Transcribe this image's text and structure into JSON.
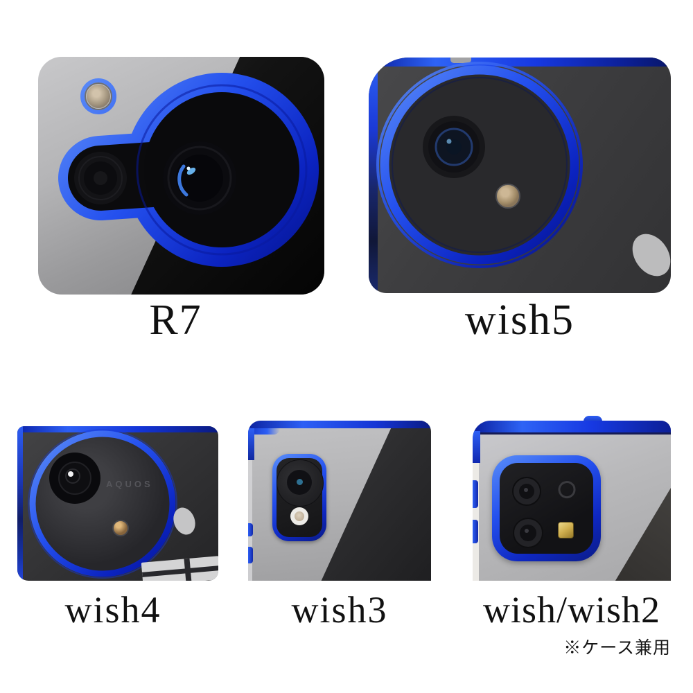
{
  "page": {
    "background": "#ffffff"
  },
  "colors": {
    "case_trim_blue": "#2450ee",
    "label_text": "#111111"
  },
  "products": {
    "r7": {
      "label": "R7"
    },
    "wish5": {
      "label": "wish5"
    },
    "wish4": {
      "label": "wish4",
      "engraving": "AQUOS"
    },
    "wish3": {
      "label": "wish3"
    },
    "wish2": {
      "label": "wish/wish2",
      "note": "※ケース兼用"
    }
  }
}
